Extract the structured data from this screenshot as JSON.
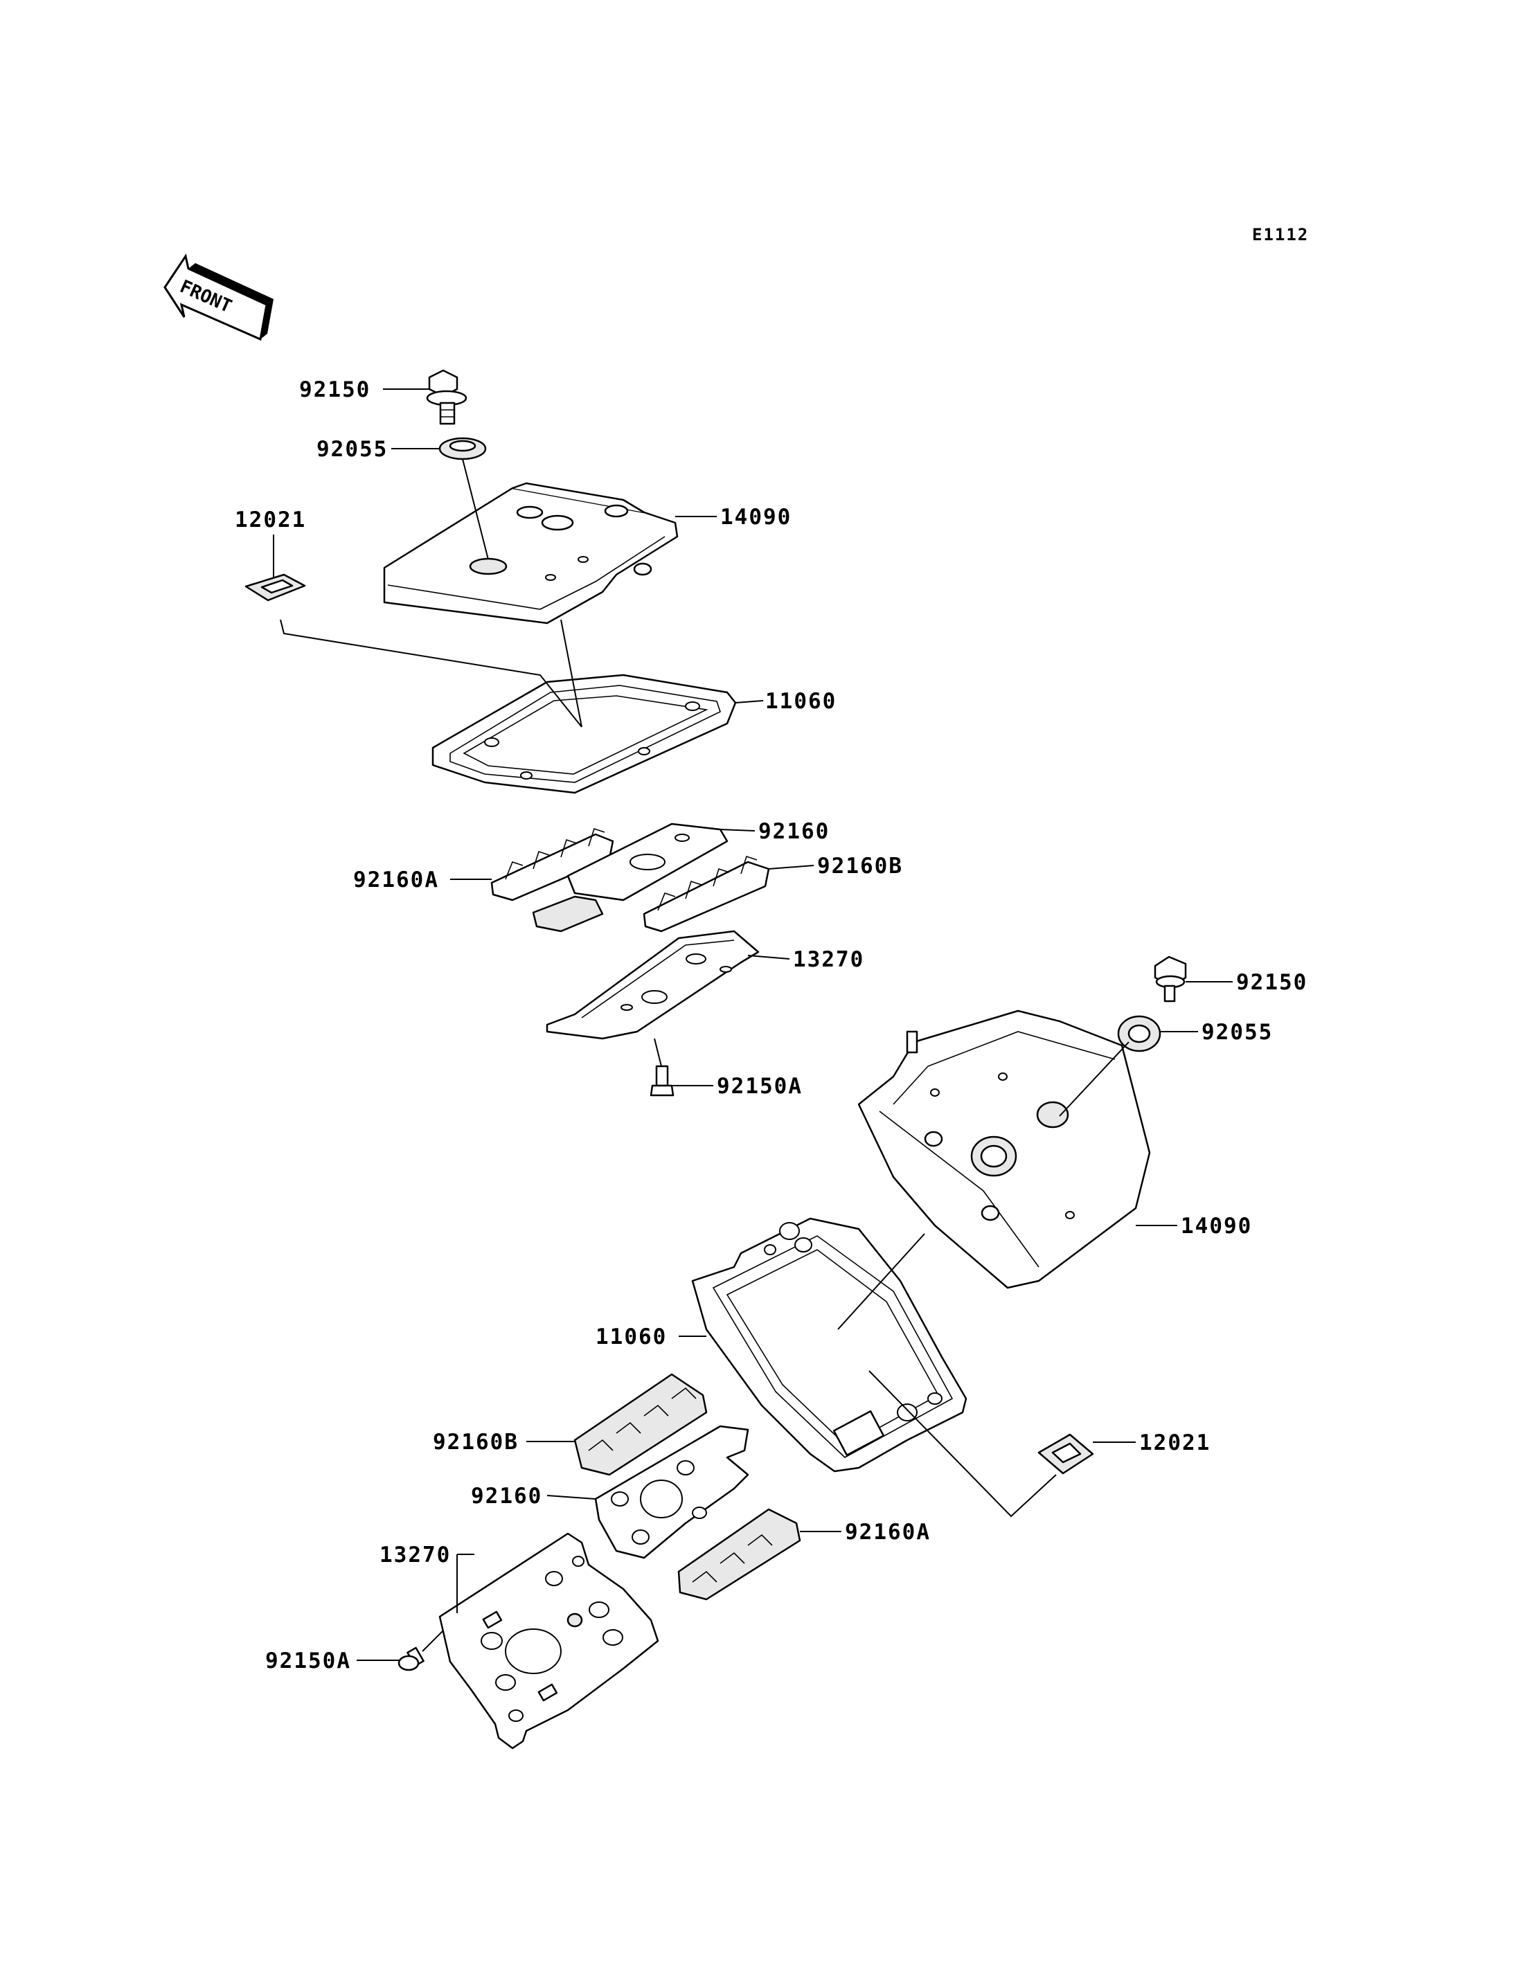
{
  "diagram_code": "E1112",
  "front_label": "FRONT",
  "callouts": [
    {
      "id": "c1",
      "label": "92150"
    },
    {
      "id": "c2",
      "label": "92055"
    },
    {
      "id": "c3",
      "label": "14090"
    },
    {
      "id": "c4",
      "label": "12021"
    },
    {
      "id": "c5",
      "label": "11060"
    },
    {
      "id": "c6",
      "label": "92160"
    },
    {
      "id": "c7",
      "label": "92160A"
    },
    {
      "id": "c8",
      "label": "92160B"
    },
    {
      "id": "c9",
      "label": "13270"
    },
    {
      "id": "c10",
      "label": "92150A"
    },
    {
      "id": "c11",
      "label": "92150"
    },
    {
      "id": "c12",
      "label": "92055"
    },
    {
      "id": "c13",
      "label": "14090"
    },
    {
      "id": "c14",
      "label": "11060"
    },
    {
      "id": "c15",
      "label": "12021"
    },
    {
      "id": "c16",
      "label": "92160B"
    },
    {
      "id": "c17",
      "label": "92160"
    },
    {
      "id": "c18",
      "label": "92160A"
    },
    {
      "id": "c19",
      "label": "13270"
    },
    {
      "id": "c20",
      "label": "92150A"
    }
  ]
}
